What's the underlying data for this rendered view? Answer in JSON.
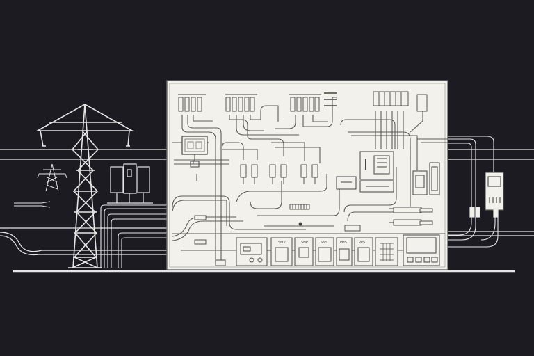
{
  "colors": {
    "background": "#1c1b22",
    "line": "#e6e6e6",
    "panel_fill": "#f2f1ec",
    "panel_line": "#4a4a4a"
  },
  "labels": {
    "module_1": "SMP",
    "module_2": "SNP",
    "module_3": "SNS",
    "module_4": "PHS",
    "module_5": "PPS"
  },
  "icons": [
    "transmission-tower-icon",
    "small-pylon-icon",
    "transformer-icon",
    "meter-box-icon",
    "breaker-icon",
    "display-icon"
  ]
}
